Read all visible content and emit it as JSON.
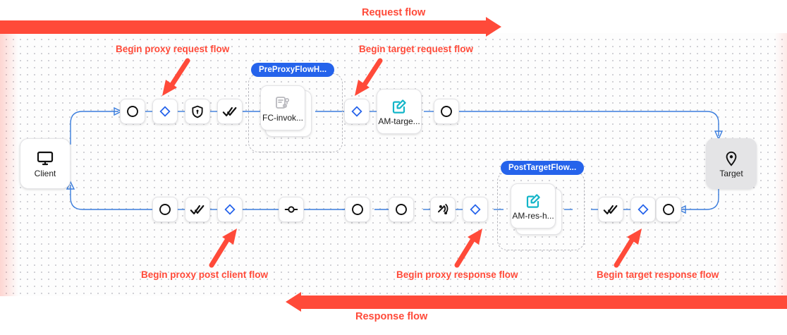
{
  "flows": {
    "request": {
      "label": "Request flow",
      "color": "#ff4a39"
    },
    "response": {
      "label": "Response flow",
      "color": "#ff4a39"
    }
  },
  "annotations": [
    {
      "id": "begin-proxy-request-flow",
      "label": "Begin proxy request flow"
    },
    {
      "id": "begin-target-request-flow",
      "label": "Begin target request flow"
    },
    {
      "id": "begin-proxy-post-client-flow",
      "label": "Begin proxy post client flow"
    },
    {
      "id": "begin-proxy-response-flow",
      "label": "Begin proxy response flow"
    },
    {
      "id": "begin-target-response-flow",
      "label": "Begin target response flow"
    }
  ],
  "endpoints": {
    "client": {
      "label": "Client",
      "icon": "monitor-icon"
    },
    "target": {
      "label": "Target",
      "icon": "map-pin-icon"
    }
  },
  "groups": [
    {
      "id": "pre-proxy-flow-hook",
      "badge": "PreProxyFlowH...",
      "policy": {
        "label": "FC-invok...",
        "icon": "flow-callout-icon"
      }
    },
    {
      "id": "post-target-flow-hook",
      "badge": "PostTargetFlow...",
      "policy": {
        "label": "AM-res-h...",
        "icon": "assign-message-icon"
      }
    }
  ],
  "request_row": [
    {
      "id": "rq-start",
      "icon": "circle-icon",
      "label": ""
    },
    {
      "id": "rq-proxy-flow-start",
      "icon": "diamond-icon",
      "label": ""
    },
    {
      "id": "rq-security",
      "icon": "shield-lock-icon",
      "label": ""
    },
    {
      "id": "rq-checks",
      "icon": "double-check-icon",
      "label": ""
    },
    {
      "id": "rq-fc-invoke",
      "icon": "flow-callout-icon",
      "label": "FC-invok..."
    },
    {
      "id": "rq-target-flow-start",
      "icon": "diamond-icon",
      "label": ""
    },
    {
      "id": "rq-am-target",
      "icon": "assign-message-icon",
      "label": "AM-targe..."
    },
    {
      "id": "rq-end",
      "icon": "circle-icon",
      "label": ""
    }
  ],
  "response_row": [
    {
      "id": "rs-post-client-circle",
      "icon": "circle-icon",
      "label": ""
    },
    {
      "id": "rs-post-client-checks",
      "icon": "double-check-icon",
      "label": ""
    },
    {
      "id": "rs-post-client-flow-start",
      "icon": "diamond-icon",
      "label": ""
    },
    {
      "id": "rs-connector",
      "icon": "connector-node-icon",
      "label": ""
    },
    {
      "id": "rs-circle-a",
      "icon": "circle-icon",
      "label": ""
    },
    {
      "id": "rs-circle-b",
      "icon": "circle-icon",
      "label": ""
    },
    {
      "id": "rs-broadcast",
      "icon": "broadcast-icon",
      "label": ""
    },
    {
      "id": "rs-proxy-response-flow-start",
      "icon": "diamond-icon",
      "label": ""
    },
    {
      "id": "rs-am-res-h",
      "icon": "assign-message-icon",
      "label": "AM-res-h..."
    },
    {
      "id": "rs-target-checks",
      "icon": "double-check-icon",
      "label": ""
    },
    {
      "id": "rs-target-response-flow-start",
      "icon": "diamond-icon",
      "label": ""
    },
    {
      "id": "rs-target-circle",
      "icon": "circle-icon",
      "label": ""
    }
  ],
  "colors": {
    "accent_red": "#ff4a39",
    "wire_blue": "#3b7ddd",
    "diamond_blue": "#2563eb",
    "badge_blue": "#2563eb",
    "policy_cyan": "#13b5c8",
    "canvas_dot": "#c9c9cf"
  }
}
